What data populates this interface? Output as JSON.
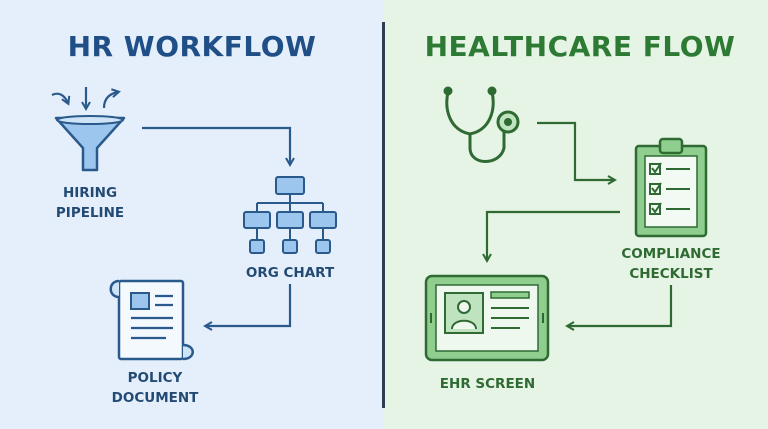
{
  "hr": {
    "title": "HR WORKFLOW",
    "nodes": [
      {
        "id": "hiring-pipeline",
        "line1": "HIRING",
        "line2": "PIPELINE",
        "icon": "funnel-icon"
      },
      {
        "id": "org-chart",
        "line1": "ORG CHART",
        "icon": "org-chart-icon"
      },
      {
        "id": "policy-document",
        "line1": "POLICY",
        "line2": "DOCUMENT",
        "icon": "document-scroll-icon"
      }
    ]
  },
  "healthcare": {
    "title": "HEALTHCARE FLOW",
    "nodes": [
      {
        "id": "stethoscope",
        "icon": "stethoscope-icon"
      },
      {
        "id": "compliance-checklist",
        "line1": "COMPLIANCE",
        "line2": "CHECKLIST",
        "icon": "clipboard-checklist-icon"
      },
      {
        "id": "ehr-screen",
        "line1": "EHR SCREEN",
        "icon": "tablet-profile-icon"
      }
    ]
  },
  "colors": {
    "hr_background": "#e4effb",
    "healthcare_background": "#e6f4e6",
    "hr_accent": "#1f4f86",
    "healthcare_accent": "#2d7a34",
    "divider": "#2c3e50"
  }
}
